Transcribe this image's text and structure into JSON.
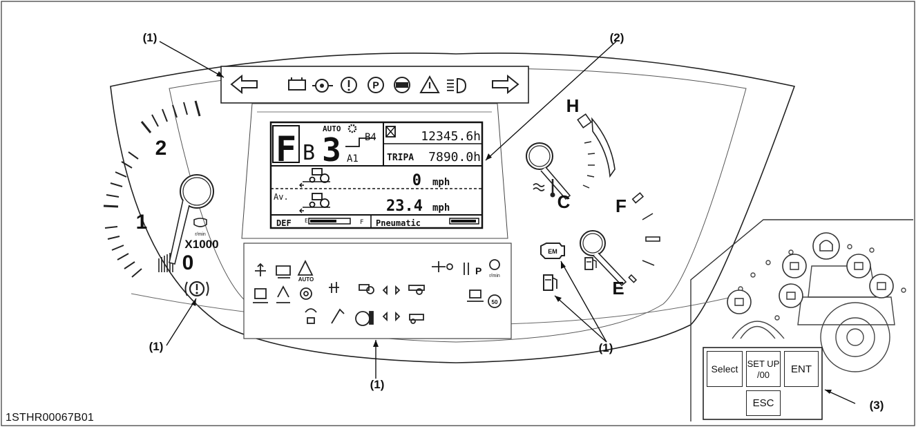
{
  "figure_id": "1STHR00067B01",
  "callouts": {
    "c1": "(1)",
    "c2": "(2)",
    "c3": "(3)"
  },
  "tachometer": {
    "marks": [
      "2",
      "1",
      "0"
    ],
    "multiplier": "X1000",
    "unit": "r/min"
  },
  "temp_gauge": {
    "high": "H",
    "low": "C"
  },
  "fuel_gauge": {
    "full": "F",
    "empty": "E"
  },
  "lcd": {
    "gear_range": "F",
    "gear_b": "B",
    "gear_num": "3",
    "auto": "AUTO",
    "b4": "B4",
    "a1": "A1",
    "hour_meter": "12345.6h",
    "trip_label": "TRIPA",
    "trip_value": "7890.0h",
    "speed": "0",
    "speed_unit": "mph",
    "avg_label": "Av.",
    "avg_speed": "23.4",
    "avg_unit": "mph",
    "def_label": "DEF",
    "def_empty": "E",
    "def_full": "F",
    "pneumatic_label": "Pneumatic"
  },
  "indicator_text": {
    "auto": "AUTO",
    "em": "EM",
    "p": "P",
    "rmin": "r/min",
    "n50": "50"
  },
  "switch_panel": {
    "buttons": {
      "select": "Select",
      "setup_line1": "SET UP",
      "setup_line2": "/00",
      "ent": "ENT",
      "esc": "ESC"
    }
  }
}
